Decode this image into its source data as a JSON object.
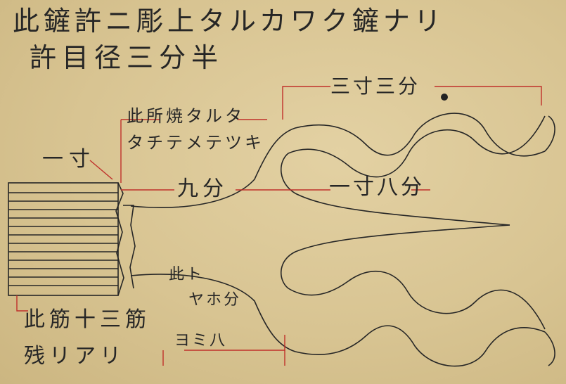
{
  "document": {
    "header_lines": [
      "此鏟許ニ彫上タルカワク鏟ナリ",
      "許目径三分半"
    ],
    "labels": {
      "top_three_sun_three_bu": "三寸三分",
      "one_sun_left": "一寸",
      "this_place_temper": "此所焼タルタ",
      "temper_sub": "タチテメテツキ",
      "nine_bu": "九分",
      "one_sun_eight_bu": "一寸八分",
      "this_ridge": "此筋十三筋",
      "remaining": "残リアリ",
      "note_a": "此ト",
      "note_b": "ヤホ分",
      "note_c": "ヨミ八"
    },
    "colors": {
      "paper": "#d8c492",
      "ink": "#262626",
      "red_line": "#c0302a"
    }
  }
}
